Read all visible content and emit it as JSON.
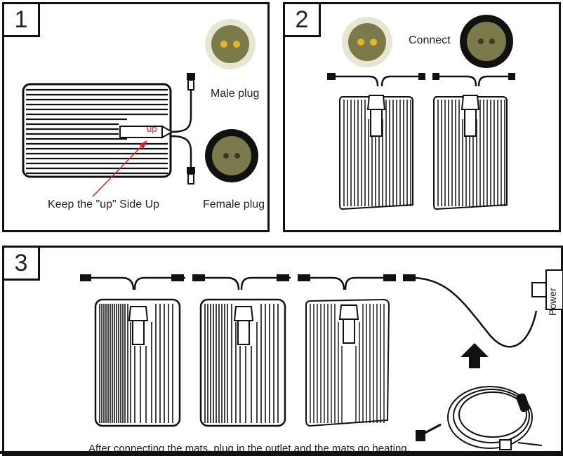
{
  "panels": [
    {
      "number": "1",
      "labels": {
        "male_plug": "Male plug",
        "female_plug": "Female plug",
        "keep_up": "Keep the \"up\" Side Up",
        "up_mark": "up"
      }
    },
    {
      "number": "2",
      "labels": {
        "connect": "Connect"
      }
    },
    {
      "number": "3",
      "labels": {
        "power": "Power",
        "caption": "After connecting the mats, plug in the outlet and the mats go heating."
      }
    }
  ],
  "colors": {
    "border": "#111111",
    "plug_face": "#7b7a4a",
    "plug_ring_light": "#e6e6d2",
    "plug_pin": "#e4b62a",
    "arrow_red": "#e02020"
  },
  "icons": [
    "male-plug-icon",
    "female-plug-icon",
    "heating-mat-icon",
    "power-adapter-icon",
    "up-arrow-icon",
    "cable-coil-icon"
  ]
}
